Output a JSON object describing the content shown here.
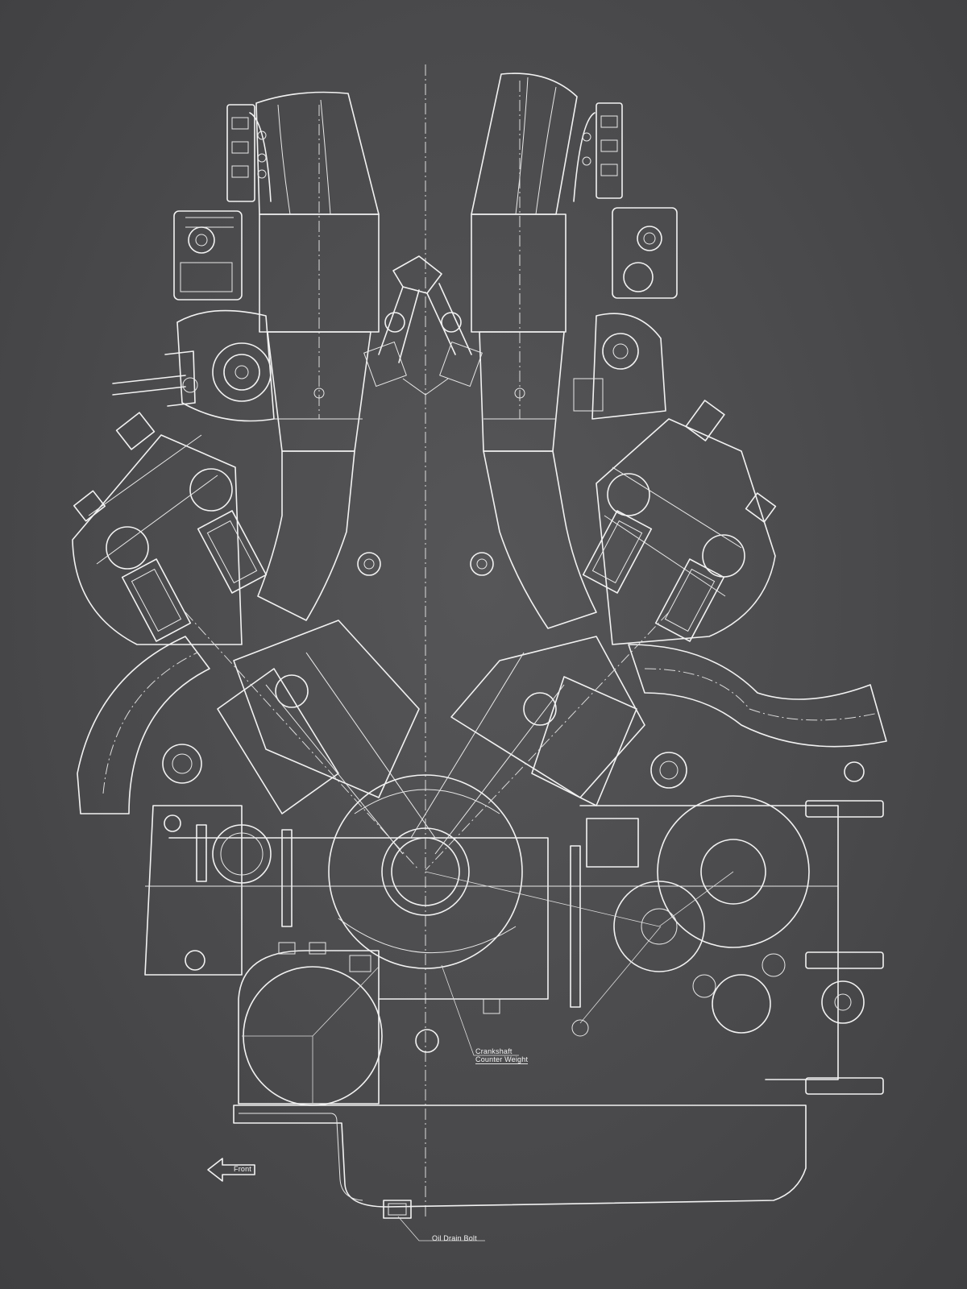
{
  "annotations": {
    "crankshaft_line1": "Crankshaft",
    "crankshaft_line2": "Counter Weight",
    "front": "Front",
    "oil_drain_bolt": "Oil Drain Bolt"
  },
  "colors": {
    "background": "#4a4a4c",
    "line": "#f2f2f2"
  }
}
